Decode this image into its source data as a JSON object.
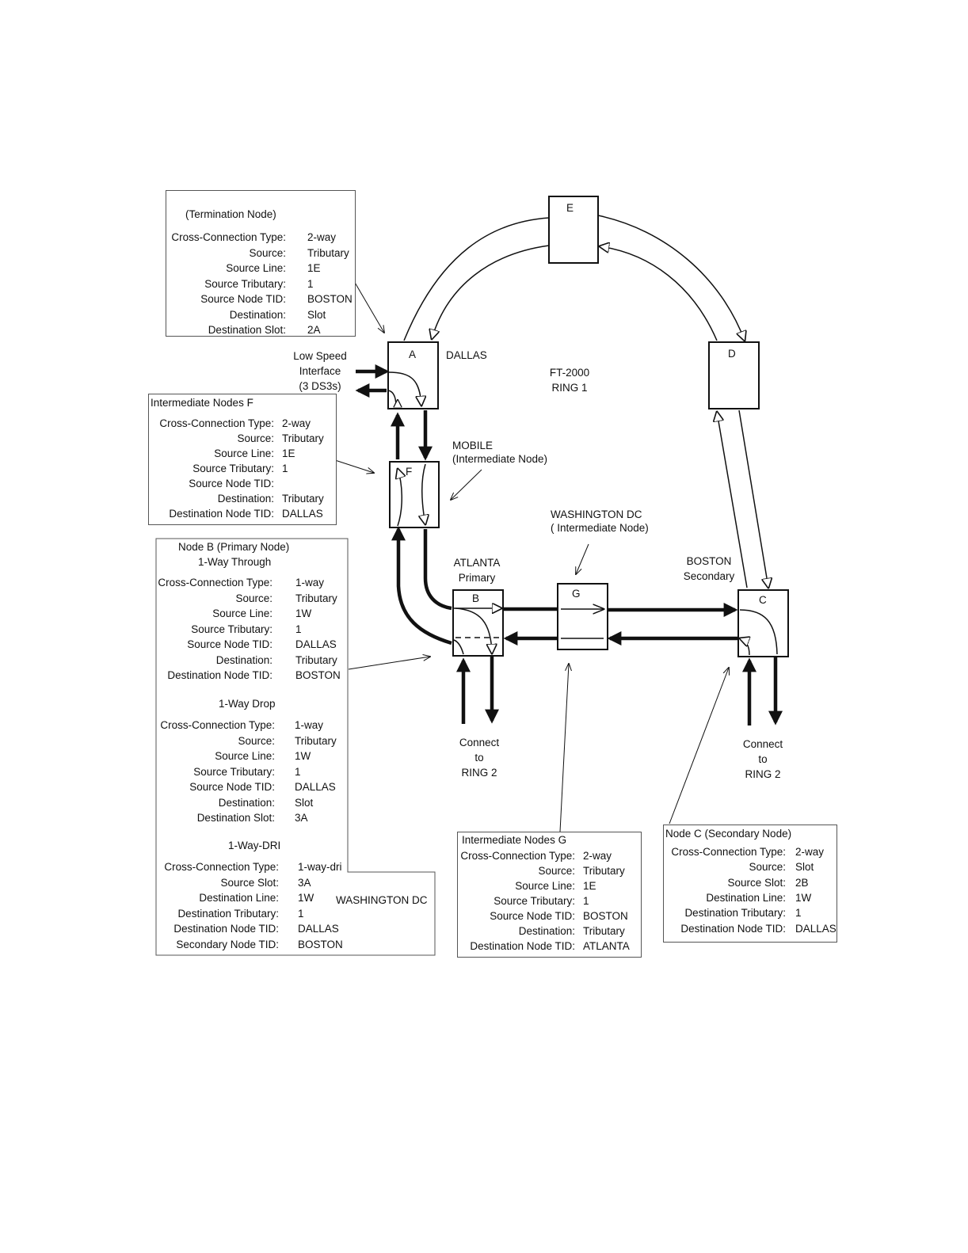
{
  "ring": {
    "name_line1": "FT-2000",
    "name_line2": "RING 1"
  },
  "nodes": {
    "A": {
      "letter": "A",
      "city": "DALLAS"
    },
    "B": {
      "letter": "B"
    },
    "C": {
      "letter": "C"
    },
    "D": {
      "letter": "D"
    },
    "E": {
      "letter": "E"
    },
    "F": {
      "letter": "F"
    },
    "G": {
      "letter": "G"
    }
  },
  "labels": {
    "low_speed": [
      "Low Speed",
      "Interface",
      "(3 DS3s)"
    ],
    "mobile": [
      "MOBILE",
      "(Intermediate Node)"
    ],
    "washington": [
      "WASHINGTON DC",
      "( Intermediate Node)"
    ],
    "atlanta": [
      "ATLANTA",
      "Primary"
    ],
    "boston": [
      "BOSTON",
      "Secondary"
    ],
    "connect_b": [
      "Connect",
      "to",
      "RING 2"
    ],
    "connect_c": [
      "Connect",
      "to",
      "RING 2"
    ]
  },
  "termination_box": {
    "title": "(Termination Node)",
    "rows": [
      {
        "label": "Cross-Connection Type:",
        "value": "2-way"
      },
      {
        "label": "Source:",
        "value": "Tributary"
      },
      {
        "label": "Source Line:",
        "value": "1E"
      },
      {
        "label": "Source Tributary:",
        "value": "1"
      },
      {
        "label": "Source Node TID:",
        "value": "BOSTON"
      },
      {
        "label": "Destination:",
        "value": "Slot"
      },
      {
        "label": "Destination Slot:",
        "value": "2A"
      }
    ]
  },
  "intermediate_f_box": {
    "title": "Intermediate Nodes  F",
    "rows": [
      {
        "label": "Cross-Connection Type:",
        "value": "2-way"
      },
      {
        "label": "Source:",
        "value": "Tributary"
      },
      {
        "label": "Source Line:",
        "value": "1E"
      },
      {
        "label": "Source Tributary:",
        "value": "1"
      },
      {
        "label": "Source Node TID:",
        "value": ""
      },
      {
        "label": "Destination:",
        "value": "Tributary"
      },
      {
        "label": "Destination Node TID:",
        "value": "DALLAS"
      }
    ]
  },
  "node_b_box": {
    "title1": "Node B (Primary Node)",
    "title2": "1-Way Through",
    "through_rows": [
      {
        "label": "Cross-Connection Type:",
        "value": "1-way"
      },
      {
        "label": "Source:",
        "value": "Tributary"
      },
      {
        "label": "Source Line:",
        "value": "1W"
      },
      {
        "label": "Source Tributary:",
        "value": "1"
      },
      {
        "label": "Source Node TID:",
        "value": "DALLAS"
      },
      {
        "label": "Destination:",
        "value": "Tributary"
      },
      {
        "label": "Destination Node TID:",
        "value": "BOSTON"
      }
    ],
    "drop_title": "1-Way Drop",
    "drop_rows": [
      {
        "label": "Cross-Connection Type:",
        "value": "1-way"
      },
      {
        "label": "Source:",
        "value": "Tributary"
      },
      {
        "label": "Source Line:",
        "value": "1W"
      },
      {
        "label": "Source Tributary:",
        "value": "1"
      },
      {
        "label": "Source Node TID:",
        "value": "DALLAS"
      },
      {
        "label": "Destination:",
        "value": "Slot"
      },
      {
        "label": "Destination Slot:",
        "value": "3A"
      }
    ],
    "dri_title": "1-Way-DRI",
    "dri_rows": [
      {
        "label": "Cross-Connection Type:",
        "value": "1-way-dri"
      },
      {
        "label": "Source Slot:",
        "value": "3A"
      },
      {
        "label": "Destination Line:",
        "value": "1W"
      },
      {
        "label": "Destination Tributary:",
        "value": "1"
      },
      {
        "label": "Destination Node TID:",
        "value": "DALLAS"
      },
      {
        "label": "Secondary Node TID:",
        "value": "BOSTON"
      }
    ],
    "dri_side_label": "WASHINGTON  DC"
  },
  "intermediate_g_box": {
    "title": "Intermediate Nodes   G",
    "rows": [
      {
        "label": "Cross-Connection Type:",
        "value": "2-way"
      },
      {
        "label": "Source:",
        "value": "Tributary"
      },
      {
        "label": "Source Line:",
        "value": "1E"
      },
      {
        "label": "Source Tributary:",
        "value": "1"
      },
      {
        "label": "Source Node TID:",
        "value": "BOSTON"
      },
      {
        "label": "Destination:",
        "value": "Tributary"
      },
      {
        "label": "Destination Node TID:",
        "value": "ATLANTA"
      }
    ]
  },
  "node_c_box": {
    "title": "Node C (Secondary Node)",
    "rows": [
      {
        "label": "Cross-Connection Type:",
        "value": "2-way"
      },
      {
        "label": "Source:",
        "value": "Slot"
      },
      {
        "label": "Source Slot:",
        "value": "2B"
      },
      {
        "label": "Destination Line:",
        "value": "1W"
      },
      {
        "label": "Destination Tributary:",
        "value": "1"
      },
      {
        "label": "Destination Node TID:",
        "value": "DALLAS"
      }
    ]
  }
}
